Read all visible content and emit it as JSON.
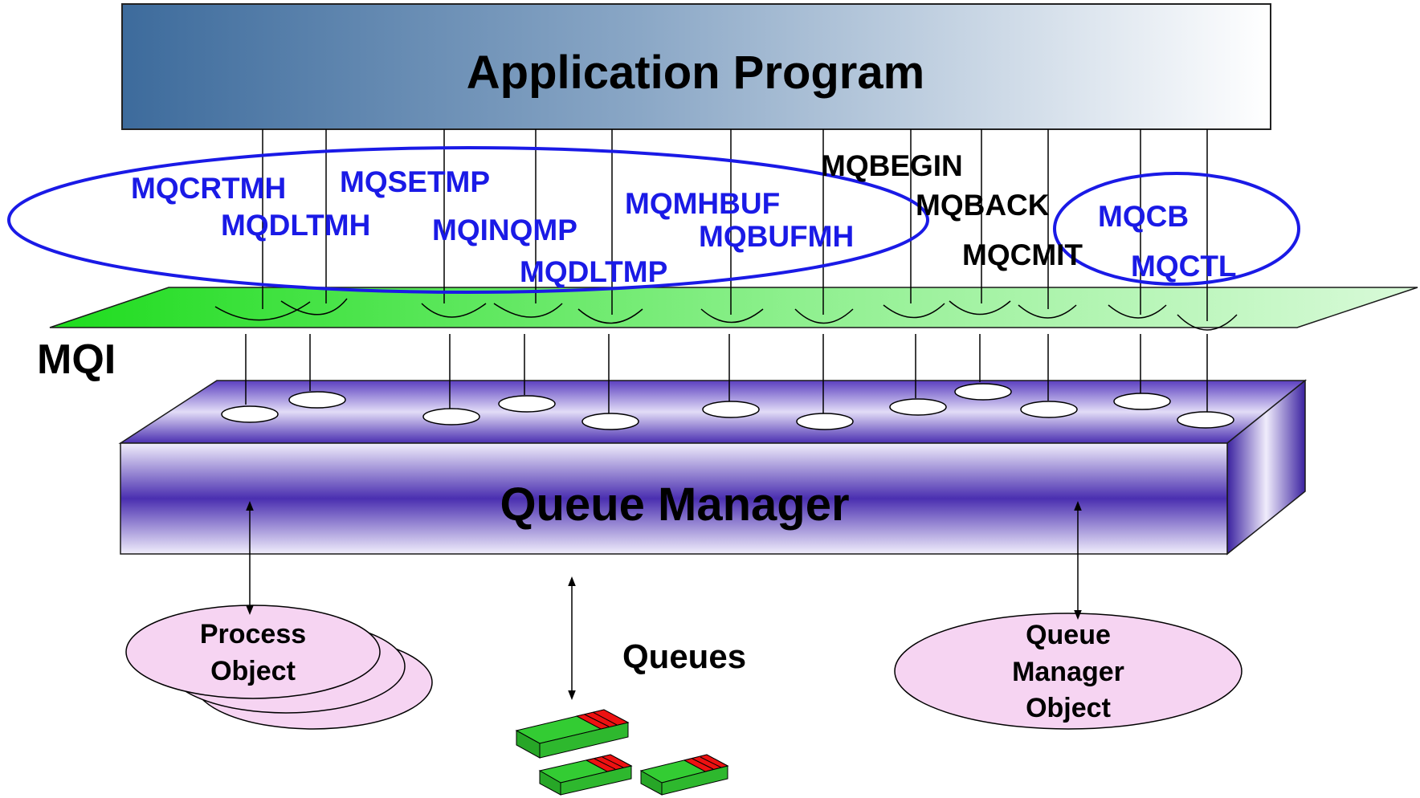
{
  "app_program": {
    "title": "Application Program"
  },
  "mqi": {
    "label": "MQI",
    "message_handle_calls": [
      "MQCRTMH",
      "MQDLTMH",
      "MQSETMP",
      "MQINQMP",
      "MQDLTMP",
      "MQMHBUF",
      "MQBUFMH"
    ],
    "transaction_calls": [
      "MQBEGIN",
      "MQBACK",
      "MQCMIT"
    ],
    "callback_calls": [
      "MQCB",
      "MQCTL"
    ]
  },
  "queue_manager": {
    "title": "Queue Manager"
  },
  "objects": {
    "process": {
      "line1": "Process",
      "line2": "Object"
    },
    "queues": {
      "label": "Queues"
    },
    "qmgr": {
      "line1": "Queue",
      "line2": "Manager",
      "line3": "Object"
    }
  },
  "colors": {
    "call_label_blue": "#1a1ae6",
    "call_label_black": "#000000",
    "ellipse_outline": "#1a1ae6",
    "mqi_plane_green": "#33ee33",
    "queue_manager_purple": "#4a2fb0",
    "object_pink": "#f6d4f2",
    "queue_red": "#ee1111",
    "queue_green": "#33cc33"
  }
}
